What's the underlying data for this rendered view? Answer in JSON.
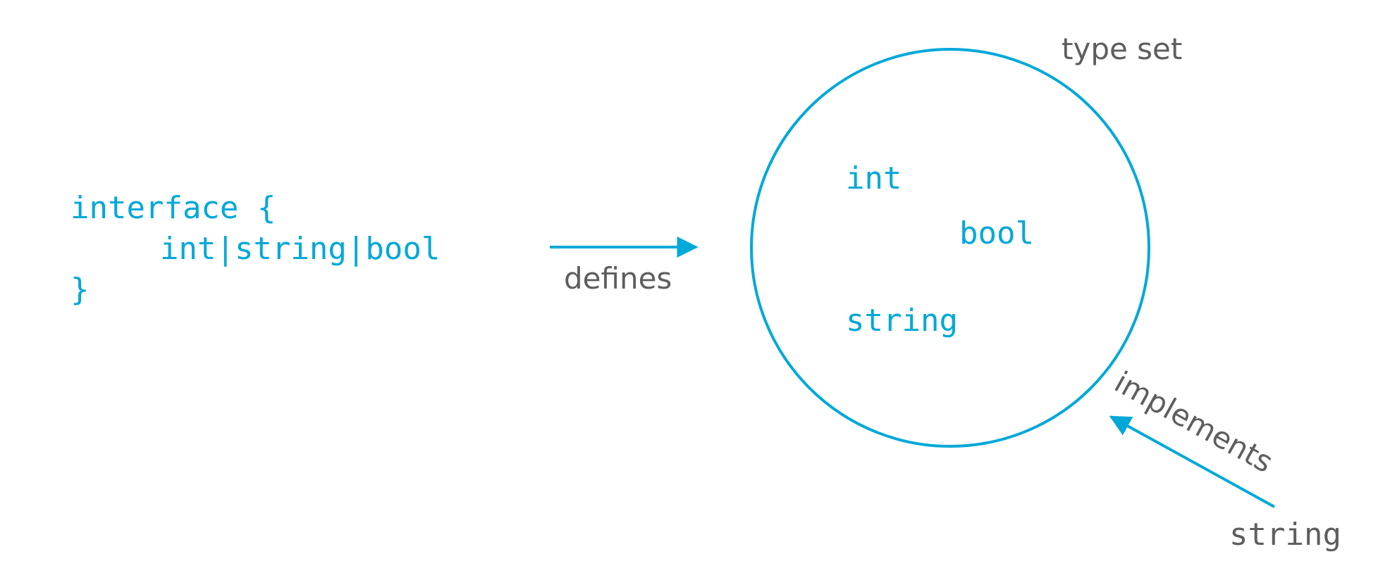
{
  "colors": {
    "accent": "#00a8d8",
    "label": "#5e5e5e"
  },
  "code": {
    "line1": "interface {",
    "line2": "int|string|bool",
    "line3": "}"
  },
  "arrow_defines": {
    "label": "defines"
  },
  "type_set": {
    "label": "type set",
    "members": {
      "int": "int",
      "bool": "bool",
      "string": "string"
    }
  },
  "implements": {
    "label": "implements",
    "type": "string"
  }
}
